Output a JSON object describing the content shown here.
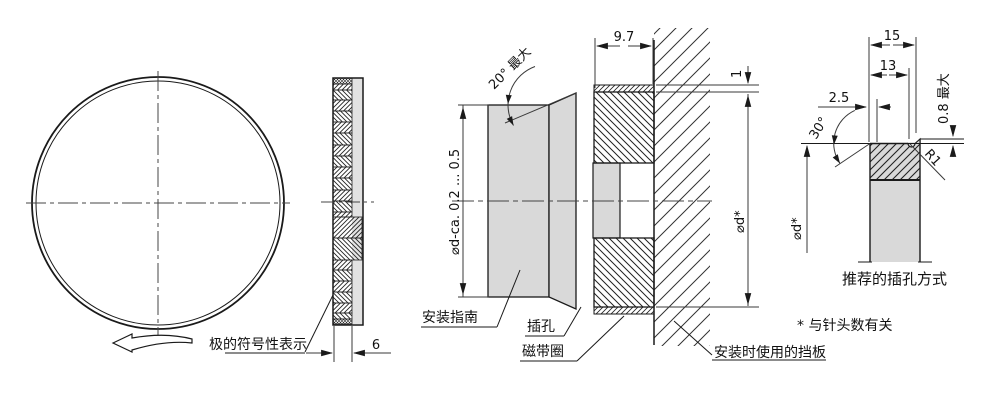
{
  "drawing": {
    "left": {
      "pole_label": "极的符号性表示",
      "magnet_width_dim": "6",
      "pole_segments": [
        {
          "h": 6,
          "d": "f"
        },
        {
          "h": 6,
          "d": "a"
        },
        {
          "h": 10,
          "d": "b"
        },
        {
          "h": 11,
          "d": "a"
        },
        {
          "h": 11,
          "d": "b"
        },
        {
          "h": 11,
          "d": "a"
        },
        {
          "h": 12,
          "d": "b"
        },
        {
          "h": 11,
          "d": "a"
        },
        {
          "h": 11,
          "d": "b"
        },
        {
          "h": 11,
          "d": "a"
        },
        {
          "h": 12,
          "d": "b"
        },
        {
          "h": 11,
          "d": "a"
        },
        {
          "h": 11,
          "d": "b"
        },
        {
          "h": 5,
          "d": "a"
        },
        {
          "h": 21,
          "d": "a",
          "full": true
        },
        {
          "h": 22,
          "d": "b",
          "full": true
        },
        {
          "h": 10,
          "d": "a"
        },
        {
          "h": 11,
          "d": "b"
        },
        {
          "h": 11,
          "d": "a"
        },
        {
          "h": 11,
          "d": "b"
        },
        {
          "h": 10,
          "d": "a"
        },
        {
          "h": 6,
          "d": "b"
        },
        {
          "h": 5,
          "d": "f"
        }
      ]
    },
    "middle": {
      "width_dim": "9.7",
      "cone_angle_dim": "20° 最大",
      "guide_diameter_dim": "⌀d-ca. 0.2 ... 0.5",
      "lip_dim": "1",
      "bore_diameter_dim": "⌀d*",
      "guide_label": "安装指南",
      "hole_label": "插孔",
      "ring_label": "磁带圈",
      "baffle_label": "安装时使用的挡板"
    },
    "right": {
      "length_dim": "15",
      "depth_dim": "13",
      "chamfer_width_dim": "2.5",
      "chamfer_angle_dim": "30°",
      "protrusion_dim": "0.8 最大",
      "radius_dim": "R1",
      "diameter_dim": "⌀d*",
      "caption": "推荐的插孔方式",
      "footnote": "* 与针头数有关"
    },
    "colors": {
      "part_fill": "#d9d9d9",
      "carrier_fill": "#e2e2e2",
      "outline": "#1a1a1a",
      "dim_line": "#3a3a3a"
    }
  }
}
